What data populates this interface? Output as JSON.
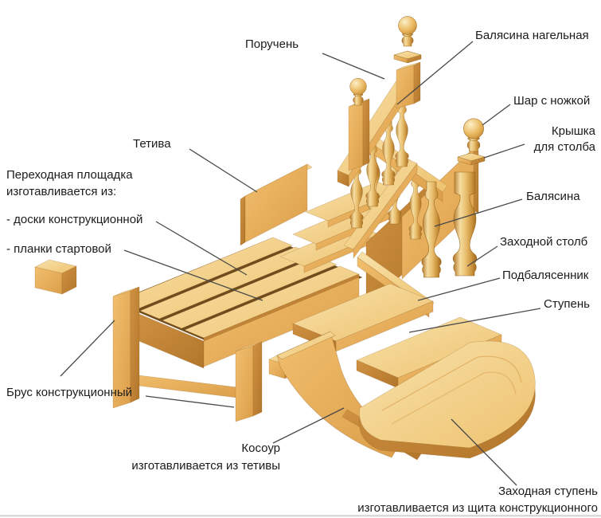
{
  "diagram": {
    "background": "#ffffff",
    "label_color": "#1b1b1b",
    "leader_line_color": "#4a4a4a",
    "wood_palette": {
      "top_face": "#f7dfa5",
      "front_face": "#f0bd6b",
      "side_face": "#cf9040",
      "shadow_gap": "#6e4c1e",
      "baluster_highlight": "#f4dda0",
      "baluster_gold": "#e9be6e"
    },
    "labels": {
      "poruchen": {
        "text": "Поручень"
      },
      "balyasina_nagelnaya": {
        "text": "Балясина нагельная"
      },
      "shar_s_nozhkoy": {
        "text": "Шар с ножкой"
      },
      "kryshka_dlya_stolba": {
        "line1": "Крышка",
        "line2": "для столба"
      },
      "tetiva": {
        "text": "Тетива"
      },
      "perekhodnaya_ploshchadka": {
        "line1": "Переходная площадка",
        "line2": "изготавливается из:"
      },
      "doski": {
        "text": "- доски конструкционной"
      },
      "planki": {
        "text": "- планки стартовой"
      },
      "balyasina": {
        "text": "Балясина"
      },
      "zahodnoy_stolb": {
        "text": "Заходной столб"
      },
      "podbalyasennik": {
        "text": "Подбалясенник"
      },
      "stupen": {
        "text": "Ступень"
      },
      "brus": {
        "text": "Брус конструкционный"
      },
      "kosour": {
        "line1": "Косоур",
        "line2": "изготавливается из тетивы"
      },
      "zahodnaya_stupen": {
        "line1": "Заходная ступень",
        "line2": "изготавливается из щита конструкционного"
      }
    }
  }
}
